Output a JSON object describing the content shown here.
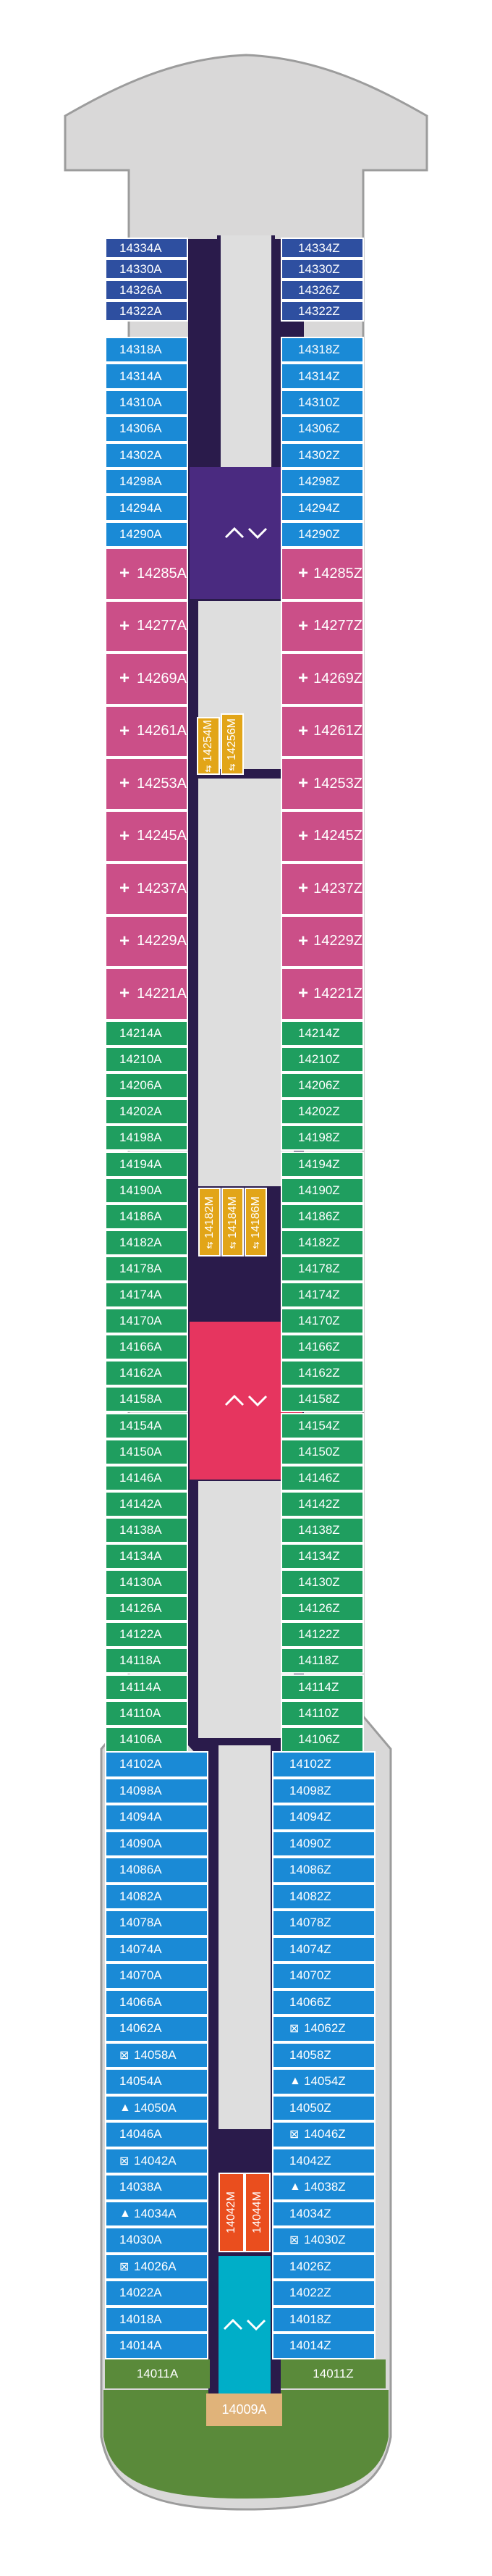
{
  "colors": {
    "hull": "#d9d8d8",
    "hull_border": "#9c9c9c",
    "corridor": "#2a1b4b",
    "corridor_fill": "#dedede",
    "navy": "#2e4fa0",
    "blue": "#1a8ad6",
    "pink": "#cb4f88",
    "green": "#1f9e5f",
    "gold": "#e2a518",
    "olive": "#5a8a3a",
    "tan": "#e0b37a",
    "orange": "#ea4e1e",
    "teal": "#00aec8",
    "purple_stair": "#4a2a80",
    "red_stair": "#e6355f"
  },
  "icons": {
    "plus": "+",
    "triangle": "▲",
    "square": "⊠",
    "bars": "⇵",
    "stair": "^v"
  },
  "side_a": [
    {
      "label": "14334A",
      "color": "navy"
    },
    {
      "label": "14330A",
      "color": "navy"
    },
    {
      "label": "14326A",
      "color": "navy"
    },
    {
      "label": "14322A",
      "color": "navy"
    },
    {
      "label": "14318A",
      "color": "blue"
    },
    {
      "label": "14314A",
      "color": "blue"
    },
    {
      "label": "14310A",
      "color": "blue"
    },
    {
      "label": "14306A",
      "color": "blue"
    },
    {
      "label": "14302A",
      "color": "blue"
    },
    {
      "label": "14298A",
      "color": "blue"
    },
    {
      "label": "14294A",
      "color": "blue"
    },
    {
      "label": "14290A",
      "color": "blue"
    },
    {
      "label": "14285A",
      "color": "pink",
      "mark": "plus"
    },
    {
      "label": "14277A",
      "color": "pink",
      "mark": "plus"
    },
    {
      "label": "14269A",
      "color": "pink",
      "mark": "plus"
    },
    {
      "label": "14261A",
      "color": "pink",
      "mark": "plus"
    },
    {
      "label": "14253A",
      "color": "pink",
      "mark": "plus"
    },
    {
      "label": "14245A",
      "color": "pink",
      "mark": "plus"
    },
    {
      "label": "14237A",
      "color": "pink",
      "mark": "plus"
    },
    {
      "label": "14229A",
      "color": "pink",
      "mark": "plus"
    },
    {
      "label": "14221A",
      "color": "pink",
      "mark": "plus"
    },
    {
      "label": "14214A",
      "color": "green"
    },
    {
      "label": "14210A",
      "color": "green"
    },
    {
      "label": "14206A",
      "color": "green"
    },
    {
      "label": "14202A",
      "color": "green"
    },
    {
      "label": "14198A",
      "color": "green"
    },
    {
      "label": "14194A",
      "color": "green"
    },
    {
      "label": "14190A",
      "color": "green"
    },
    {
      "label": "14186A",
      "color": "green"
    },
    {
      "label": "14182A",
      "color": "green"
    },
    {
      "label": "14178A",
      "color": "green"
    },
    {
      "label": "14174A",
      "color": "green"
    },
    {
      "label": "14170A",
      "color": "green"
    },
    {
      "label": "14166A",
      "color": "green"
    },
    {
      "label": "14162A",
      "color": "green"
    },
    {
      "label": "14158A",
      "color": "green"
    },
    {
      "label": "14154A",
      "color": "green"
    },
    {
      "label": "14150A",
      "color": "green"
    },
    {
      "label": "14146A",
      "color": "green"
    },
    {
      "label": "14142A",
      "color": "green"
    },
    {
      "label": "14138A",
      "color": "green"
    },
    {
      "label": "14134A",
      "color": "green"
    },
    {
      "label": "14130A",
      "color": "green"
    },
    {
      "label": "14126A",
      "color": "green"
    },
    {
      "label": "14122A",
      "color": "green"
    },
    {
      "label": "14118A",
      "color": "green"
    },
    {
      "label": "14114A",
      "color": "green"
    },
    {
      "label": "14110A",
      "color": "green"
    },
    {
      "label": "14106A",
      "color": "green"
    },
    {
      "label": "14102A",
      "color": "blue"
    },
    {
      "label": "14098A",
      "color": "blue"
    },
    {
      "label": "14094A",
      "color": "blue"
    },
    {
      "label": "14090A",
      "color": "blue"
    },
    {
      "label": "14086A",
      "color": "blue"
    },
    {
      "label": "14082A",
      "color": "blue"
    },
    {
      "label": "14078A",
      "color": "blue"
    },
    {
      "label": "14074A",
      "color": "blue"
    },
    {
      "label": "14070A",
      "color": "blue"
    },
    {
      "label": "14066A",
      "color": "blue"
    },
    {
      "label": "14062A",
      "color": "blue"
    },
    {
      "label": "14058A",
      "color": "blue",
      "mark": "square"
    },
    {
      "label": "14054A",
      "color": "blue"
    },
    {
      "label": "14050A",
      "color": "blue",
      "mark": "triangle"
    },
    {
      "label": "14046A",
      "color": "blue"
    },
    {
      "label": "14042A",
      "color": "blue",
      "mark": "square"
    },
    {
      "label": "14038A",
      "color": "blue"
    },
    {
      "label": "14034A",
      "color": "blue",
      "mark": "triangle"
    },
    {
      "label": "14030A",
      "color": "blue"
    },
    {
      "label": "14026A",
      "color": "blue",
      "mark": "square"
    },
    {
      "label": "14022A",
      "color": "blue"
    },
    {
      "label": "14018A",
      "color": "blue"
    },
    {
      "label": "14014A",
      "color": "blue"
    },
    {
      "label": "14011A",
      "color": "olive"
    }
  ],
  "side_z": [
    {
      "label": "14334Z",
      "color": "navy"
    },
    {
      "label": "14330Z",
      "color": "navy"
    },
    {
      "label": "14326Z",
      "color": "navy"
    },
    {
      "label": "14322Z",
      "color": "navy"
    },
    {
      "label": "14318Z",
      "color": "blue"
    },
    {
      "label": "14314Z",
      "color": "blue"
    },
    {
      "label": "14310Z",
      "color": "blue"
    },
    {
      "label": "14306Z",
      "color": "blue"
    },
    {
      "label": "14302Z",
      "color": "blue"
    },
    {
      "label": "14298Z",
      "color": "blue"
    },
    {
      "label": "14294Z",
      "color": "blue"
    },
    {
      "label": "14290Z",
      "color": "blue"
    },
    {
      "label": "14285Z",
      "color": "pink",
      "mark": "plus"
    },
    {
      "label": "14277Z",
      "color": "pink",
      "mark": "plus"
    },
    {
      "label": "14269Z",
      "color": "pink",
      "mark": "plus"
    },
    {
      "label": "14261Z",
      "color": "pink",
      "mark": "plus"
    },
    {
      "label": "14253Z",
      "color": "pink",
      "mark": "plus"
    },
    {
      "label": "14245Z",
      "color": "pink",
      "mark": "plus"
    },
    {
      "label": "14237Z",
      "color": "pink",
      "mark": "plus"
    },
    {
      "label": "14229Z",
      "color": "pink",
      "mark": "plus"
    },
    {
      "label": "14221Z",
      "color": "pink",
      "mark": "plus"
    },
    {
      "label": "14214Z",
      "color": "green"
    },
    {
      "label": "14210Z",
      "color": "green"
    },
    {
      "label": "14206Z",
      "color": "green"
    },
    {
      "label": "14202Z",
      "color": "green"
    },
    {
      "label": "14198Z",
      "color": "green"
    },
    {
      "label": "14194Z",
      "color": "green"
    },
    {
      "label": "14190Z",
      "color": "green"
    },
    {
      "label": "14186Z",
      "color": "green"
    },
    {
      "label": "14182Z",
      "color": "green"
    },
    {
      "label": "14178Z",
      "color": "green"
    },
    {
      "label": "14174Z",
      "color": "green"
    },
    {
      "label": "14170Z",
      "color": "green"
    },
    {
      "label": "14166Z",
      "color": "green"
    },
    {
      "label": "14162Z",
      "color": "green"
    },
    {
      "label": "14158Z",
      "color": "green"
    },
    {
      "label": "14154Z",
      "color": "green"
    },
    {
      "label": "14150Z",
      "color": "green"
    },
    {
      "label": "14146Z",
      "color": "green"
    },
    {
      "label": "14142Z",
      "color": "green"
    },
    {
      "label": "14138Z",
      "color": "green"
    },
    {
      "label": "14134Z",
      "color": "green"
    },
    {
      "label": "14130Z",
      "color": "green"
    },
    {
      "label": "14126Z",
      "color": "green"
    },
    {
      "label": "14122Z",
      "color": "green"
    },
    {
      "label": "14118Z",
      "color": "green"
    },
    {
      "label": "14114Z",
      "color": "green"
    },
    {
      "label": "14110Z",
      "color": "green"
    },
    {
      "label": "14106Z",
      "color": "green"
    },
    {
      "label": "14102Z",
      "color": "blue"
    },
    {
      "label": "14098Z",
      "color": "blue"
    },
    {
      "label": "14094Z",
      "color": "blue"
    },
    {
      "label": "14090Z",
      "color": "blue"
    },
    {
      "label": "14086Z",
      "color": "blue"
    },
    {
      "label": "14082Z",
      "color": "blue"
    },
    {
      "label": "14078Z",
      "color": "blue"
    },
    {
      "label": "14074Z",
      "color": "blue"
    },
    {
      "label": "14070Z",
      "color": "blue"
    },
    {
      "label": "14066Z",
      "color": "blue"
    },
    {
      "label": "14062Z",
      "color": "blue",
      "mark": "square"
    },
    {
      "label": "14058Z",
      "color": "blue"
    },
    {
      "label": "14054Z",
      "color": "blue",
      "mark": "triangle"
    },
    {
      "label": "14050Z",
      "color": "blue"
    },
    {
      "label": "14046Z",
      "color": "blue",
      "mark": "square"
    },
    {
      "label": "14042Z",
      "color": "blue"
    },
    {
      "label": "14038Z",
      "color": "blue",
      "mark": "triangle"
    },
    {
      "label": "14034Z",
      "color": "blue"
    },
    {
      "label": "14030Z",
      "color": "blue",
      "mark": "square"
    },
    {
      "label": "14026Z",
      "color": "blue"
    },
    {
      "label": "14022Z",
      "color": "blue"
    },
    {
      "label": "14018Z",
      "color": "blue"
    },
    {
      "label": "14014Z",
      "color": "blue"
    },
    {
      "label": "14011Z",
      "color": "olive"
    }
  ],
  "center_rooms": [
    {
      "label": "14254M",
      "color": "gold",
      "mark": "bars"
    },
    {
      "label": "14256M",
      "color": "gold",
      "mark": "bars"
    },
    {
      "label": "14182M",
      "color": "gold",
      "mark": "bars"
    },
    {
      "label": "14184M",
      "color": "gold",
      "mark": "bars"
    },
    {
      "label": "14186M",
      "color": "gold",
      "mark": "bars"
    },
    {
      "label": "14042M",
      "color": "orange"
    },
    {
      "label": "14044M",
      "color": "orange"
    },
    {
      "label": "14009A",
      "color": "tan"
    }
  ],
  "stairs": [
    {
      "name": "stairs-forward",
      "color": "purple_stair"
    },
    {
      "name": "stairs-midship",
      "color": "red_stair"
    },
    {
      "name": "stairs-aft",
      "color": "teal"
    }
  ]
}
